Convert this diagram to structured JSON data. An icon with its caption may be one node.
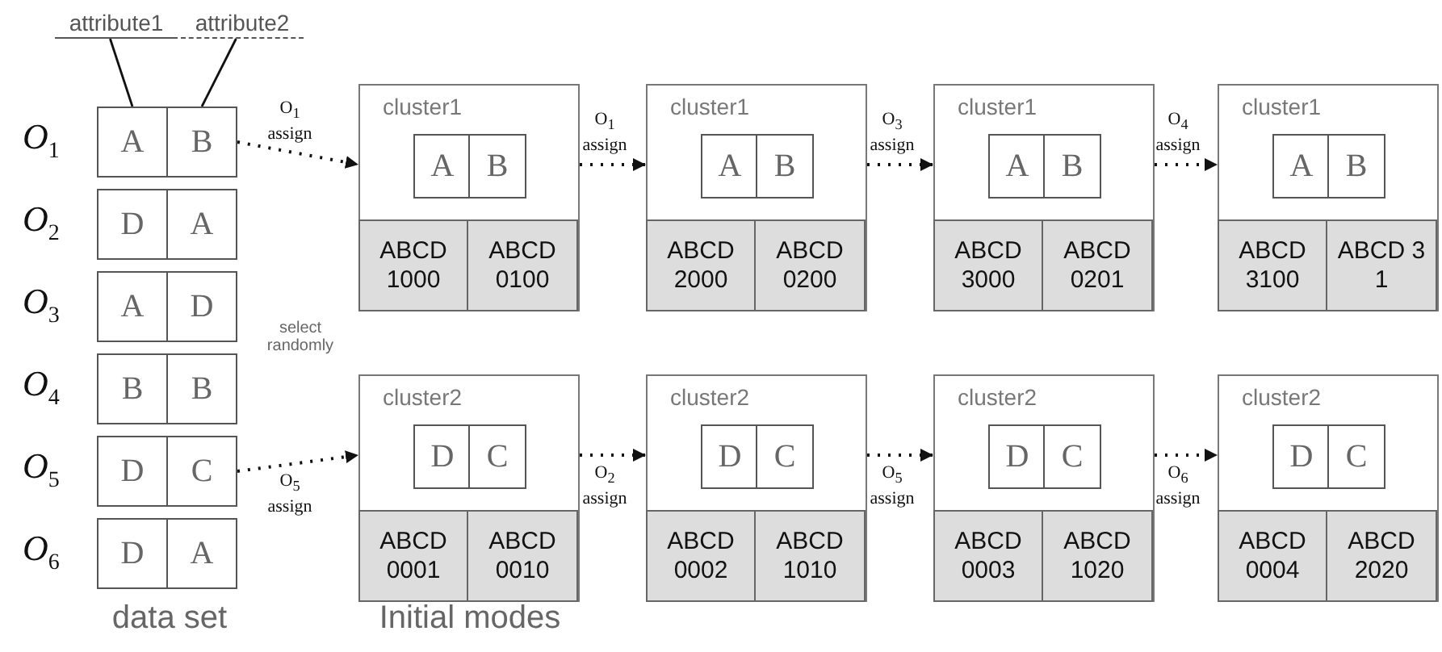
{
  "diagram": {
    "nodes": [
      {
        "text": [
          "attribute1"
        ]
      },
      {
        "text": [
          "attribute2"
        ]
      },
      {
        "text": [
          "A"
        ],
        "beside": [
          "O$_{1}$"
        ]
      },
      {
        "text": [
          "B"
        ]
      },
      {
        "text": [
          "D"
        ],
        "beside": [
          "O$_{2}$"
        ]
      },
      {
        "text": [
          "A"
        ]
      },
      {
        "text": [
          "A"
        ],
        "beside": [
          "O$_{3}$"
        ]
      },
      {
        "text": [
          "D"
        ]
      },
      {
        "text": [
          "B"
        ],
        "beside": [
          "O$_{4}$"
        ]
      },
      {
        "text": [
          "B"
        ]
      },
      {
        "text": [
          "D"
        ],
        "beside": [
          "O$_{5}$"
        ]
      },
      {
        "text": [
          "C"
        ]
      },
      {
        "text": [
          "D"
        ],
        "beside": [
          "O$_{6}$"
        ]
      },
      {
        "text": [
          "A"
        ]
      },
      {
        "text": [
          "cluster1"
        ]
      },
      {
        "text": [
          "A"
        ],
        "in": 14
      },
      {
        "text": [
          "B"
        ],
        "in": 14
      },
      {
        "text": [
          "ABCD 1000"
        ],
        "in": 14
      },
      {
        "text": [
          "ABCD 0100"
        ],
        "in": 14
      },
      {
        "text": [
          "cluster1"
        ]
      },
      {
        "text": [
          "A"
        ],
        "in": 19
      },
      {
        "text": [
          "B"
        ],
        "in": 19
      },
      {
        "text": [
          "ABCD 2000"
        ],
        "in": 19
      },
      {
        "text": [
          "ABCD 0200"
        ],
        "in": 19
      },
      {
        "text": [
          "cluster1"
        ]
      },
      {
        "text": [
          "A"
        ],
        "in": 24
      },
      {
        "text": [
          "B"
        ],
        "in": 24
      },
      {
        "text": [
          "ABCD 3000"
        ],
        "in": 24
      },
      {
        "text": [
          "ABCD 0201"
        ],
        "in": 24
      },
      {
        "text": [
          "cluster1"
        ]
      },
      {
        "text": [
          "A"
        ],
        "in": 29
      },
      {
        "text": [
          "B"
        ],
        "in": 29
      },
      {
        "text": [
          "ABCD 3100"
        ],
        "in": 29
      },
      {
        "text": [
          "ABCD 3 1"
        ],
        "in": 29
      },
      {
        "text": [
          "cluster2"
        ]
      },
      {
        "text": [
          "D"
        ],
        "in": 34
      },
      {
        "text": [
          "C"
        ],
        "in": 34
      },
      {
        "text": [
          "ABCD 0001"
        ],
        "in": 34
      },
      {
        "text": [
          "ABCD 0010"
        ],
        "in": 34
      },
      {
        "text": [
          "cluster2"
        ]
      },
      {
        "text": [
          "D"
        ],
        "in": 39
      },
      {
        "text": [
          "C"
        ],
        "in": 39
      },
      {
        "text": [
          "ABCD 0002"
        ],
        "in": 39
      },
      {
        "text": [
          "ABCD 1010"
        ],
        "in": 39
      },
      {
        "text": [
          "cluster2"
        ]
      },
      {
        "text": [
          "D"
        ],
        "in": 44
      },
      {
        "text": [
          "C"
        ],
        "in": 44
      },
      {
        "text": [
          "ABCD 0003"
        ],
        "in": 44
      },
      {
        "text": [
          "ABCD 1020"
        ],
        "in": 44
      },
      {
        "text": [
          "cluster2"
        ]
      },
      {
        "text": [
          "D"
        ],
        "in": 49
      },
      {
        "text": [
          "C"
        ],
        "in": 49
      },
      {
        "text": [
          "ABCD 0004"
        ],
        "in": 49
      },
      {
        "text": [
          "ABCD 2020"
        ],
        "in": 49
      }
    ],
    "edges": [
      {
        "from": 0,
        "to": 2,
        "arrow": "none"
      },
      {
        "from": 1,
        "to": 3,
        "arrow": "none"
      },
      {
        "from": 3,
        "to": 14,
        "arrow": "to",
        "style": "dashed",
        "label": "O$_{1}$ assign"
      },
      {
        "from": 11,
        "to": 34,
        "arrow": "to",
        "style": "dashed",
        "label": "O$_{5}$ assign"
      },
      {
        "from": 14,
        "to": 19,
        "arrow": "to",
        "style": "dashed",
        "label": "O$_{1}$ assign"
      },
      {
        "from": 19,
        "to": 24,
        "arrow": "to",
        "style": "dashed",
        "label": "O$_{3}$ assign"
      },
      {
        "from": 24,
        "to": 29,
        "arrow": "to",
        "style": "dashed",
        "label": "O$_{4}$ assign"
      },
      {
        "from": 34,
        "to": 39,
        "arrow": "to",
        "style": "dashed",
        "label": "O$_{2}$ assign"
      },
      {
        "from": 39,
        "to": 44,
        "arrow": "to",
        "style": "dashed",
        "label": "O$_{5}$ assign"
      },
      {
        "from": 44,
        "to": 49,
        "arrow": "to",
        "style": "dashed",
        "label": "O$_{6}$ assign"
      }
    ],
    "labels": [
      "select randomly",
      "data set",
      "Initial modes"
    ]
  }
}
